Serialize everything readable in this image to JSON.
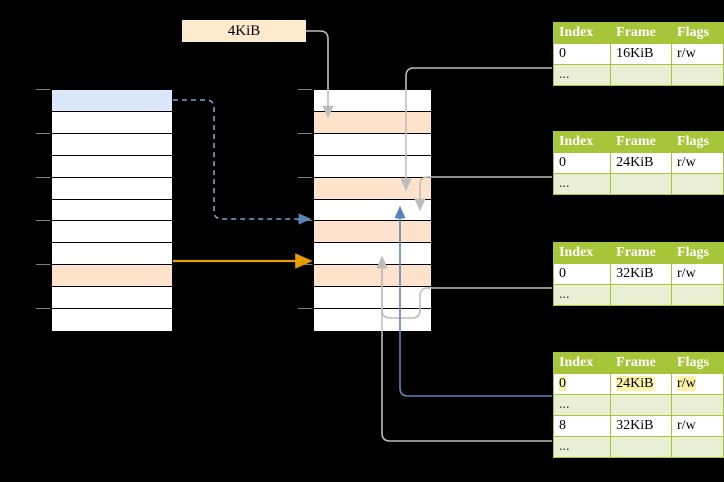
{
  "diagram": {
    "title": "page-table-walk-diagram",
    "callout": {
      "label": "4KiB"
    },
    "colors": {
      "header_green": "#a6c539",
      "dots_row": "#e9eed4",
      "highlight_yellow": "#fbf3a8",
      "selected_blue": "#dbe8fb",
      "selected_peach": "#fde3cc",
      "arrow_blue": "#5b84bb",
      "arrow_orange": "#e5a000",
      "arrow_gray": "#bdbdbd",
      "callout_bg": "#fdeacd"
    },
    "left_column": {
      "name": "virtual-address-space",
      "rows": [
        {
          "fill": "blue"
        },
        {
          "fill": "white"
        },
        {
          "fill": "white"
        },
        {
          "fill": "white"
        },
        {
          "fill": "white"
        },
        {
          "fill": "white"
        },
        {
          "fill": "white"
        },
        {
          "fill": "white"
        },
        {
          "fill": "peach"
        },
        {
          "fill": "white"
        },
        {
          "fill": "white"
        }
      ]
    },
    "middle_column": {
      "name": "physical-memory",
      "rows": [
        {
          "fill": "white"
        },
        {
          "fill": "peach"
        },
        {
          "fill": "white"
        },
        {
          "fill": "white"
        },
        {
          "fill": "peach"
        },
        {
          "fill": "white"
        },
        {
          "fill": "peach"
        },
        {
          "fill": "white"
        },
        {
          "fill": "peach"
        },
        {
          "fill": "white"
        },
        {
          "fill": "white"
        }
      ]
    },
    "tables": [
      {
        "name": "page-table-level-0",
        "headers": [
          "Index",
          "Frame",
          "Flags"
        ],
        "rows": [
          {
            "cells": [
              "0",
              "16KiB",
              "r/w"
            ],
            "kind": "data",
            "highlight": []
          },
          {
            "cells": [
              "...",
              "",
              ""
            ],
            "kind": "dots",
            "highlight": []
          }
        ]
      },
      {
        "name": "page-table-level-1",
        "headers": [
          "Index",
          "Frame",
          "Flags"
        ],
        "rows": [
          {
            "cells": [
              "0",
              "24KiB",
              "r/w"
            ],
            "kind": "data",
            "highlight": []
          },
          {
            "cells": [
              "...",
              "",
              ""
            ],
            "kind": "dots",
            "highlight": []
          }
        ]
      },
      {
        "name": "page-table-level-2",
        "headers": [
          "Index",
          "Frame",
          "Flags"
        ],
        "rows": [
          {
            "cells": [
              "0",
              "32KiB",
              "r/w"
            ],
            "kind": "data",
            "highlight": []
          },
          {
            "cells": [
              "...",
              "",
              ""
            ],
            "kind": "dots",
            "highlight": []
          }
        ]
      },
      {
        "name": "page-table-level-3",
        "headers": [
          "Index",
          "Frame",
          "Flags"
        ],
        "rows": [
          {
            "cells": [
              "0",
              "24KiB",
              "r/w"
            ],
            "kind": "data",
            "highlight": [
              0,
              1,
              2
            ]
          },
          {
            "cells": [
              "...",
              "",
              ""
            ],
            "kind": "dots",
            "highlight": []
          },
          {
            "cells": [
              "8",
              "32KiB",
              "r/w"
            ],
            "kind": "data",
            "highlight": []
          },
          {
            "cells": [
              "...",
              "",
              ""
            ],
            "kind": "dots",
            "highlight": []
          }
        ]
      }
    ]
  }
}
